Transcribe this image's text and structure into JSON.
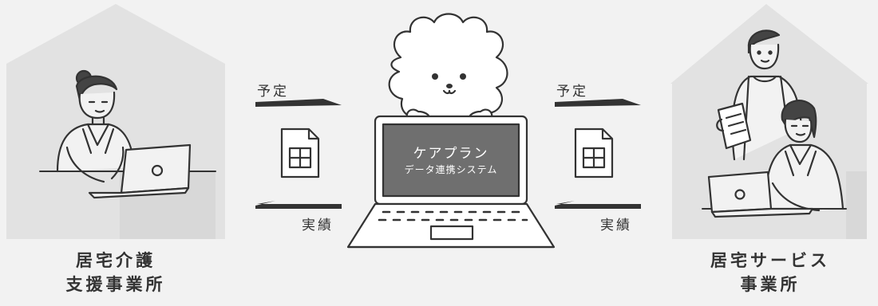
{
  "left_office": {
    "line1": "居宅介護",
    "line2": "支援事業所"
  },
  "right_office": {
    "line1": "居宅サービス",
    "line2": "事業所"
  },
  "laptop_screen": {
    "line1": "ケアプラン",
    "line2": "データ連携システム"
  },
  "left_flow": {
    "top_label": "予定",
    "bottom_label": "実績"
  },
  "right_flow": {
    "top_label": "予定",
    "bottom_label": "実績"
  },
  "colors": {
    "background": "#f2f2f2",
    "house": "#e2e2e2",
    "screen": "#6f6f6f",
    "line": "#333333"
  }
}
